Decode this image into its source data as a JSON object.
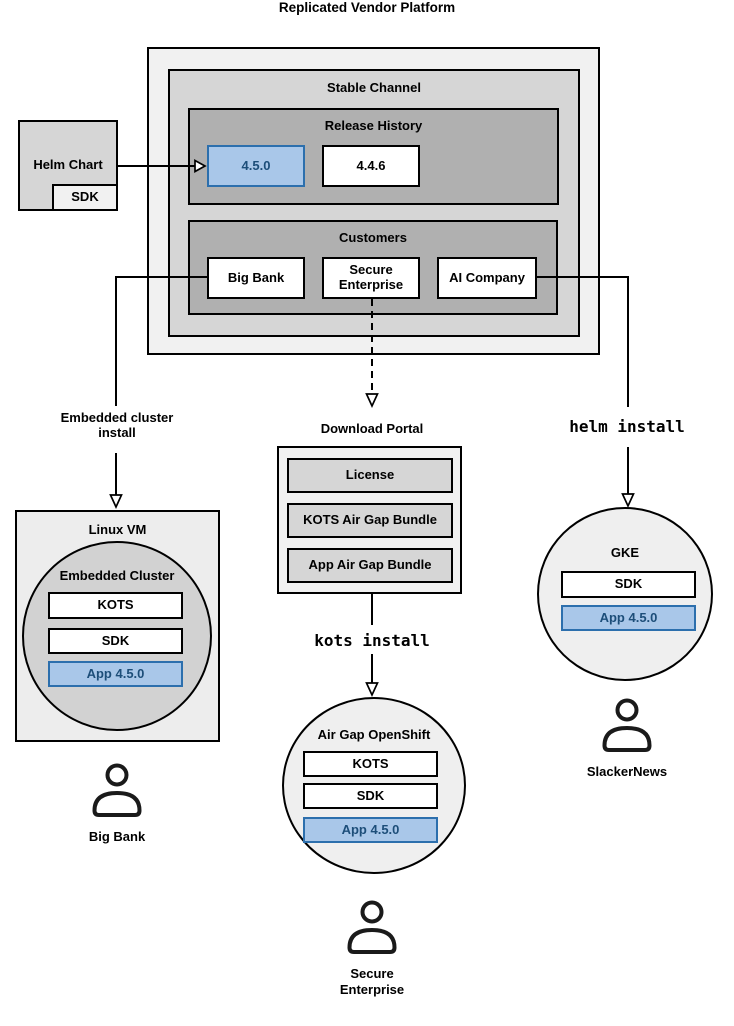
{
  "title": "Replicated Vendor Platform",
  "colors": {
    "highlight_fill": "#a9c7e9",
    "highlight_border": "#2c6fad",
    "highlight_text": "#1d4e79"
  },
  "platform": {
    "stable_channel": {
      "title": "Stable Channel",
      "release_history": {
        "title": "Release History",
        "releases": [
          {
            "version": "4.5.0",
            "highlighted": true
          },
          {
            "version": "4.4.6",
            "highlighted": false
          }
        ]
      },
      "customers": {
        "title": "Customers",
        "items": [
          {
            "name": "Big Bank"
          },
          {
            "name": "Secure Enterprise"
          },
          {
            "name": "AI Company"
          }
        ]
      }
    }
  },
  "helm_chart": {
    "label": "Helm Chart",
    "sdk": "SDK"
  },
  "edges": {
    "embedded_cluster_install": "Embedded cluster install",
    "helm_install": "helm install",
    "kots_install": "kots install"
  },
  "download_portal": {
    "title": "Download Portal",
    "items": [
      {
        "label": "License"
      },
      {
        "label": "KOTS Air Gap Bundle"
      },
      {
        "label": "App Air Gap Bundle"
      }
    ]
  },
  "linux_vm": {
    "title": "Linux VM",
    "embedded_cluster": {
      "title": "Embedded Cluster",
      "components": [
        {
          "label": "KOTS"
        },
        {
          "label": "SDK"
        }
      ],
      "app": "App 4.5.0"
    }
  },
  "airgap_openshift": {
    "title": "Air Gap OpenShift",
    "components": [
      {
        "label": "KOTS"
      },
      {
        "label": "SDK"
      }
    ],
    "app": "App 4.5.0"
  },
  "gke": {
    "title": "GKE",
    "components": [
      {
        "label": "SDK"
      }
    ],
    "app": "App 4.5.0"
  },
  "users": [
    {
      "name": "Big Bank"
    },
    {
      "name": "Secure Enterprise"
    },
    {
      "name": "SlackerNews"
    }
  ]
}
